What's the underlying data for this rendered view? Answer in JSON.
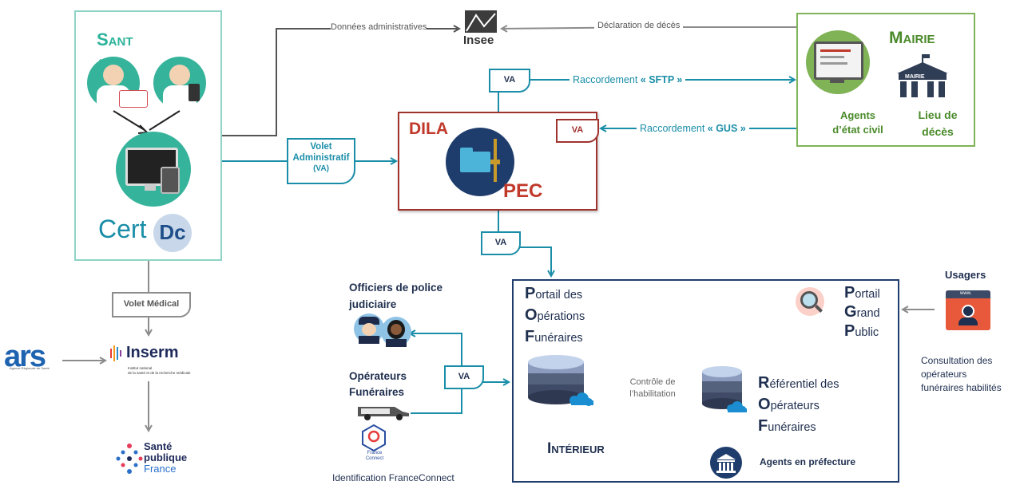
{
  "sante": {
    "title": "Sant",
    "title_wrap": "é",
    "logo_cert": "Cert",
    "logo_dc": "Dc"
  },
  "insee": {
    "label": "Insee"
  },
  "mairie": {
    "title": "Mairie",
    "building_label": "MAIRIE",
    "agents_line1": "Agents",
    "agents_line2": "d’état civil",
    "lieu_line1": "Lieu de",
    "lieu_line2": "décès"
  },
  "flows": {
    "donnees_admin": "Données administratives",
    "declaration_deces": "Déclaration de décès",
    "raccordement_prefix": "Raccordement",
    "sftp": "« SFTP »",
    "gus": "« GUS »",
    "controle_line1": "Contrôle de",
    "controle_line2": "l’habilitation"
  },
  "va": {
    "short": "VA",
    "volet_line1": "Volet",
    "volet_line2": "Administratif",
    "volet_line3": "(VA)",
    "volet_medical": "Volet Médical"
  },
  "dila": {
    "title": "DILA",
    "pec": "PEC"
  },
  "interieur": {
    "title": "Intérieur",
    "pof": [
      {
        "cap": "P",
        "rest": "ortail des"
      },
      {
        "cap": "O",
        "rest": "pérations"
      },
      {
        "cap": "F",
        "rest": "unéraires"
      }
    ],
    "rof": [
      {
        "cap": "R",
        "rest": "éférentiel des"
      },
      {
        "cap": "O",
        "rest": "pérateurs"
      },
      {
        "cap": "F",
        "rest": "unéraires"
      }
    ],
    "pgp": [
      {
        "cap": "P",
        "rest": "ortail"
      },
      {
        "cap": "G",
        "rest": "rand"
      },
      {
        "cap": "P",
        "rest": "ublic"
      }
    ],
    "agents_prefecture": "Agents en préfecture"
  },
  "left": {
    "ars": "ars",
    "ars_sub": "Agence Régionale de Santé",
    "inserm": "Inserm",
    "inserm_sub1": "Institut national",
    "inserm_sub2": "de la santé et de la recherche médicale",
    "spf1": "Santé",
    "spf2": "publique",
    "spf3": "France"
  },
  "actors": {
    "opj_line1": "Officiers de police",
    "opj_line2": "judiciaire",
    "op_line1": "Opérateurs",
    "op_line2": "Funéraires",
    "fc_line1": "France",
    "fc_line2": "Connect",
    "identification": "Identification FranceConnect"
  },
  "usagers": {
    "title": "Usagers",
    "browser_text": "www.",
    "consult_line1": "Consultation des",
    "consult_line2": "opérateurs",
    "consult_line3": "funéraires habilités"
  },
  "colors": {
    "teal": "#1a8ea8",
    "grey": "#8c8c8c",
    "dila": "#a0322d",
    "navy": "#1f3d6c",
    "green": "#7fb356"
  }
}
